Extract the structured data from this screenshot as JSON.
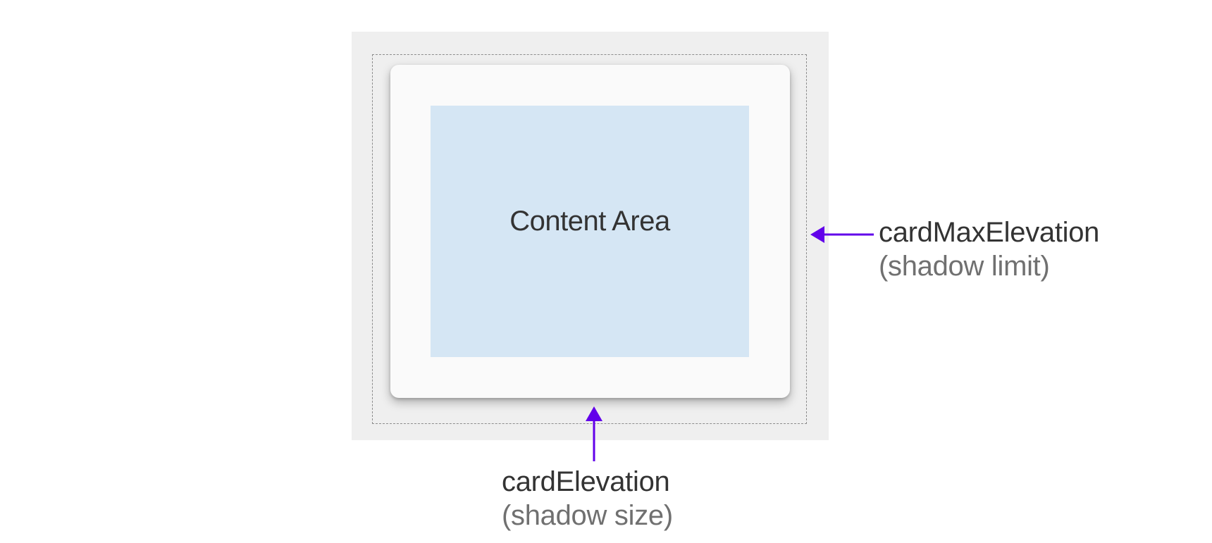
{
  "content_area": {
    "label": "Content Area",
    "fill": "#d5e6f4"
  },
  "card": {
    "fill": "#fafafa"
  },
  "outer": {
    "fill": "#efefef"
  },
  "annotations": {
    "max_elevation": {
      "title": "cardMaxElevation",
      "subtitle": "(shadow limit)"
    },
    "elevation": {
      "title": "cardElevation",
      "subtitle": "(shadow size)"
    }
  },
  "colors": {
    "arrow": "#6200ea",
    "text_primary": "#333333",
    "text_secondary": "#707070"
  }
}
